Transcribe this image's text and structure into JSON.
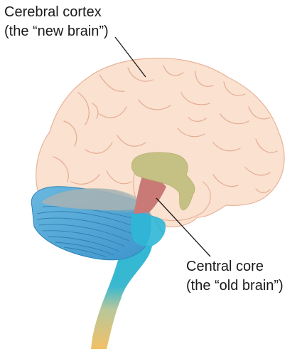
{
  "labels": {
    "cortex_line1": "Cerebral cortex",
    "cortex_line2": "(the “new brain”)",
    "core_line1": "Central core",
    "core_line2": "(the “old brain”)"
  },
  "colors": {
    "cortex_fill": "#fbe1cf",
    "cortex_stroke": "#e6b49a",
    "thalamus": "#c5c184",
    "core_red": "#c97a76",
    "cerebellum": "#4aa3d6",
    "brainstem_top": "#2fb7d6",
    "brainstem_bottom": "#f2c067"
  }
}
